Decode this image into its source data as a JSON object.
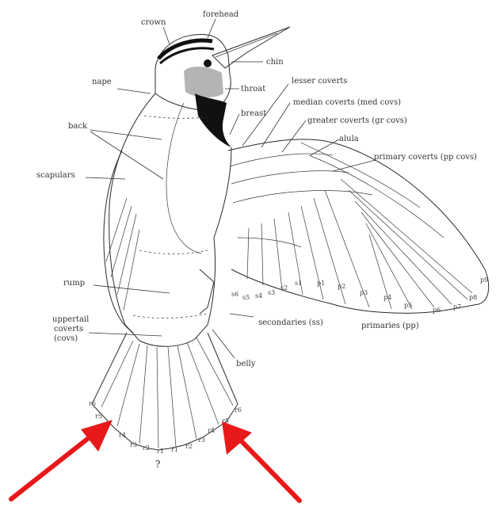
{
  "labels": {
    "crown": "crown",
    "forehead": "forehead",
    "chin": "chin",
    "nape": "nape",
    "throat": "throat",
    "breast": "breast",
    "lesser_coverts": "lesser coverts",
    "median_coverts": "median coverts (med covs)",
    "greater_coverts": "greater coverts (gr covs)",
    "alula": "alula",
    "primary_coverts": "primary coverts (pp covs)",
    "back": "back",
    "scapulars": "scapulars",
    "rump": "rump",
    "uppertail_coverts_1": "uppertail",
    "uppertail_coverts_2": "coverts",
    "uppertail_coverts_3": "(covs)",
    "secondaries": "secondaries (ss)",
    "primaries": "primaries (pp)",
    "belly": "belly",
    "question": "?"
  },
  "feather_numbers": {
    "secondaries": [
      "s6",
      "s5",
      "s4",
      "s3",
      "s2",
      "s1"
    ],
    "primaries": [
      "p1",
      "p2",
      "p3",
      "p4",
      "p5",
      "p6",
      "p7",
      "p8",
      "p9"
    ],
    "tail_left": [
      "r6",
      "r5",
      "r4",
      "r3",
      "r2",
      "r1"
    ],
    "tail_right": [
      "r1",
      "r2",
      "r3",
      "r4",
      "r5",
      "r6"
    ]
  },
  "colors": {
    "ink": "#2a2a2a",
    "arrow": "#e8191a",
    "background": "#ffffff"
  }
}
